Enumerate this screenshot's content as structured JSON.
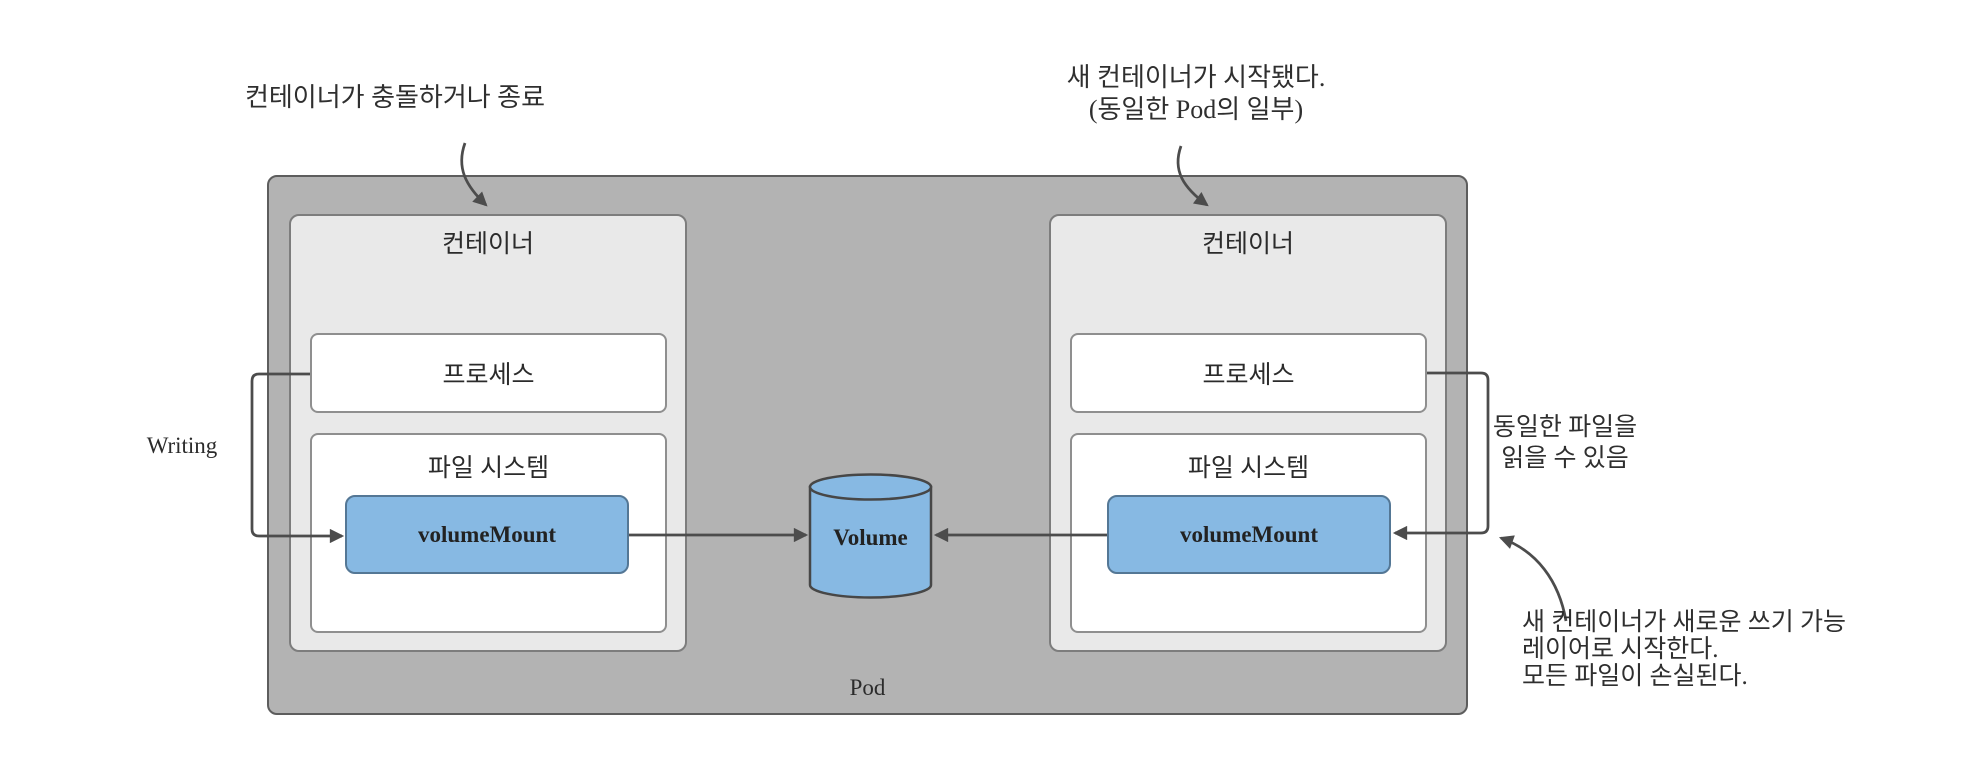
{
  "diagram": {
    "pod_label": "Pod",
    "volume_label": "Volume",
    "writing_label": "Writing",
    "containers": [
      {
        "label": "컨테이너",
        "process_label": "프로세스",
        "filesystem_label": "파일 시스템",
        "volume_mount_label": "volumeMount"
      },
      {
        "label": "컨테이너",
        "process_label": "프로세스",
        "filesystem_label": "파일 시스템",
        "volume_mount_label": "volumeMount"
      }
    ],
    "annotations": {
      "top_left": "컨테이너가 충돌하거나 종료",
      "top_right_line1": "새 컨테이너가 시작됐다.",
      "top_right_line2": "(동일한 Pod의 일부)",
      "right_line1": "동일한 파일을",
      "right_line2": "읽을 수 있음",
      "bottom_right_line1": "새 컨테이너가 새로운 쓰기 가능",
      "bottom_right_line2": "레이어로 시작한다.",
      "bottom_right_line3": "모든 파일이 손실된다."
    },
    "colors": {
      "pod_fill": "#b3b3b3",
      "pod_border": "#5d5d5d",
      "container_fill": "#e9e9e9",
      "container_border": "#7d7d7d",
      "box_fill": "#ffffff",
      "box_border": "#8f8f8f",
      "volume_fill": "#87b9e3",
      "volume_mount_border": "#547795",
      "arrow": "#4c4c4c",
      "text": "#2b2b2b"
    }
  }
}
